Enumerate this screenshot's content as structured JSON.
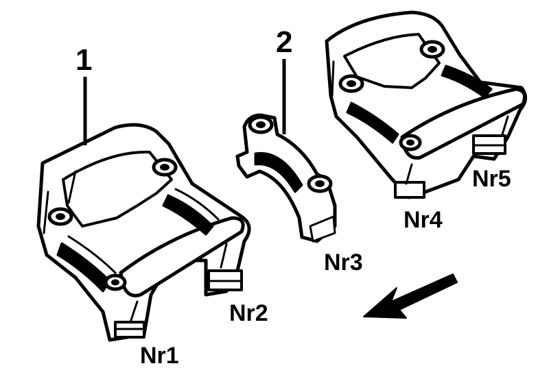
{
  "labels": {
    "callout_1": "1",
    "callout_2": "2",
    "nr1": "Nr1",
    "nr2": "Nr2",
    "nr3": "Nr3",
    "nr4": "Nr4",
    "nr5": "Nr5"
  },
  "icons": {
    "direction_arrow": "arrow-down-left-icon"
  },
  "colors": {
    "ink": "#000000",
    "paper": "#ffffff"
  }
}
